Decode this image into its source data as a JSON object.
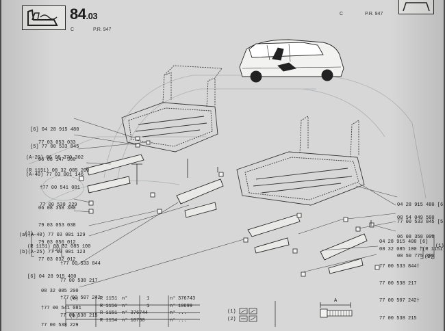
{
  "header": {
    "section_number": "84",
    "section_sub": ".03",
    "code_c": "C",
    "code_pr": "P.R. 947",
    "right_c": "C",
    "right_pr": "P.R. 947"
  },
  "left_labels": [
    {
      "lines": [
        "[6] 04 28 915 480",
        "[5] 77 00 533 845"
      ]
    },
    {
      "lines": [
        "77 03 053 033",
        "06 08 147 300"
      ]
    },
    {
      "lines": [
        "(A-20) 06 08 370 302",
        "(A-40) 77 03 001 146"
      ]
    },
    {
      "lines": [
        "(R 1151) 08 32 085 200",
        "†77 00 541 081",
        "77 00 538 229"
      ]
    },
    {
      "lines": [
        "06 08 358 300",
        "79 03 053 038",
        "79 03 056 012",
        "77 03 032 012"
      ]
    },
    {
      "lines": [
        "(a)(A-40) 77 03 001 129",
        "(b)(A-25) 77 03 001 123"
      ]
    },
    {
      "lines": [
        "(R 1151) 08 32 085 100",
        "†77 00 533 844",
        "77 00 538 217",
        "†77 00 507 242",
        "77 00 538 215"
      ]
    },
    {
      "lines": [
        "[6] 04 28 915 400"
      ]
    },
    {
      "lines": [
        "08 32 085 200",
        "†77 00 541 081",
        "77 00 538 229"
      ]
    }
  ],
  "right_labels": [
    {
      "lines": [
        "04 28 915 480 [6]",
        "77 00 533 845 [5]"
      ]
    },
    {
      "lines": [
        "08 54 049 500",
        "06 08 358 000",
        "08 50 775 300"
      ]
    },
    {
      "lines": [
        "04 28 915 400 [6]"
      ]
    },
    {
      "lines": [
        "08 32 085 100 †(R 1151)",
        "77 00 533 844†",
        "77 00 538 217",
        "77 00 507 242†",
        "77 00 538 215"
      ]
    }
  ],
  "right_bracket_labels": {
    "one": "(1)",
    "two": "(2)"
  },
  "left_bracket_labels": {
    "one": "(1)",
    "two": "(2)"
  },
  "application_table": {
    "rows": [
      {
        "tag": "(a)",
        "model": "R 1151",
        "mark": "n°",
        "arrow": "1",
        "ref": "n°",
        "value": "376743"
      },
      {
        "tag": "",
        "model": "R 1156",
        "mark": "n°",
        "arrow": "1",
        "ref": "n°",
        "value": "10699"
      },
      {
        "tag": "(b)",
        "model": "R 1151",
        "mark": "n° 376744",
        "arrow": "",
        "ref": "n°",
        "value": "..."
      },
      {
        "tag": "",
        "model": "R 1154",
        "mark": "n° 10700",
        "arrow": "",
        "ref": "n°",
        "value": "..."
      }
    ]
  },
  "legend": {
    "one": "(1)",
    "two": "(2)"
  },
  "dimension_label": "A"
}
